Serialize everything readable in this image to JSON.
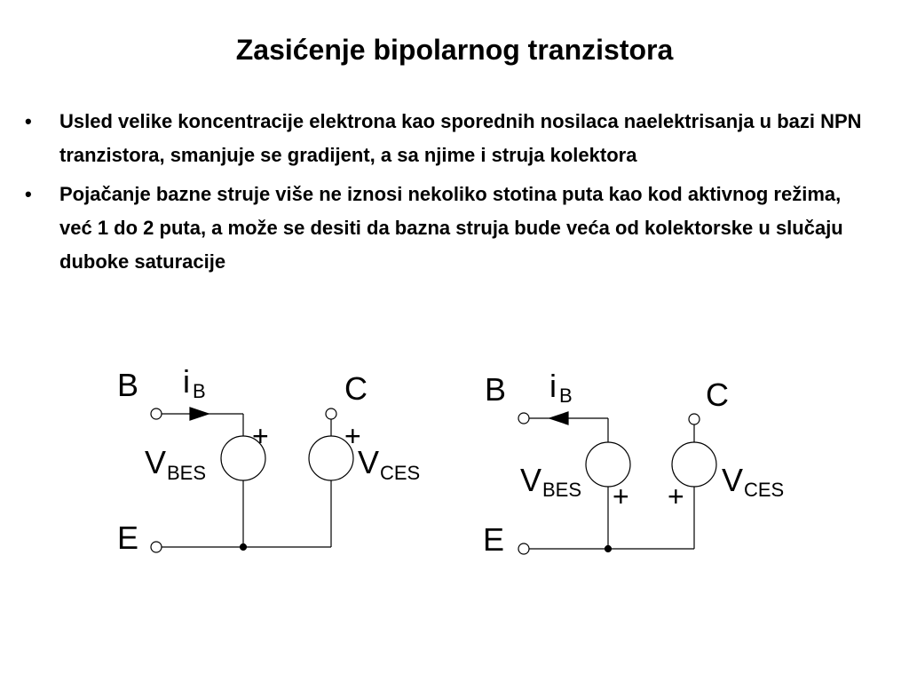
{
  "slide": {
    "title": "Zasićenje bipolarnog tranzistora",
    "bullets": [
      "Usled velike koncentracije elektrona kao sporednih nosilaca naelektrisanja u bazi NPN tranzistora, smanjuje se gradijent, a sa njime i struja kolektora",
      "Pojačanje bazne struje više ne iznosi nekoliko stotina puta kao kod aktivnog režima, već 1 do 2 puta, a može se desiti da bazna struja bude veća od kolektorske u slučaju duboke saturacije"
    ],
    "bullet_symbol": "•"
  },
  "circuit_left": {
    "base": "B",
    "collector": "C",
    "emitter": "E",
    "current": "i",
    "current_sub": "B",
    "vbe": "V",
    "vbe_sub": "BES",
    "vce": "V",
    "vce_sub": "CES",
    "plus": "+"
  },
  "circuit_right": {
    "base": "B",
    "collector": "C",
    "emitter": "E",
    "current": "i",
    "current_sub": "B",
    "vbe": "V",
    "vbe_sub": "BES",
    "vce": "V",
    "vce_sub": "CES",
    "plus": "+"
  }
}
